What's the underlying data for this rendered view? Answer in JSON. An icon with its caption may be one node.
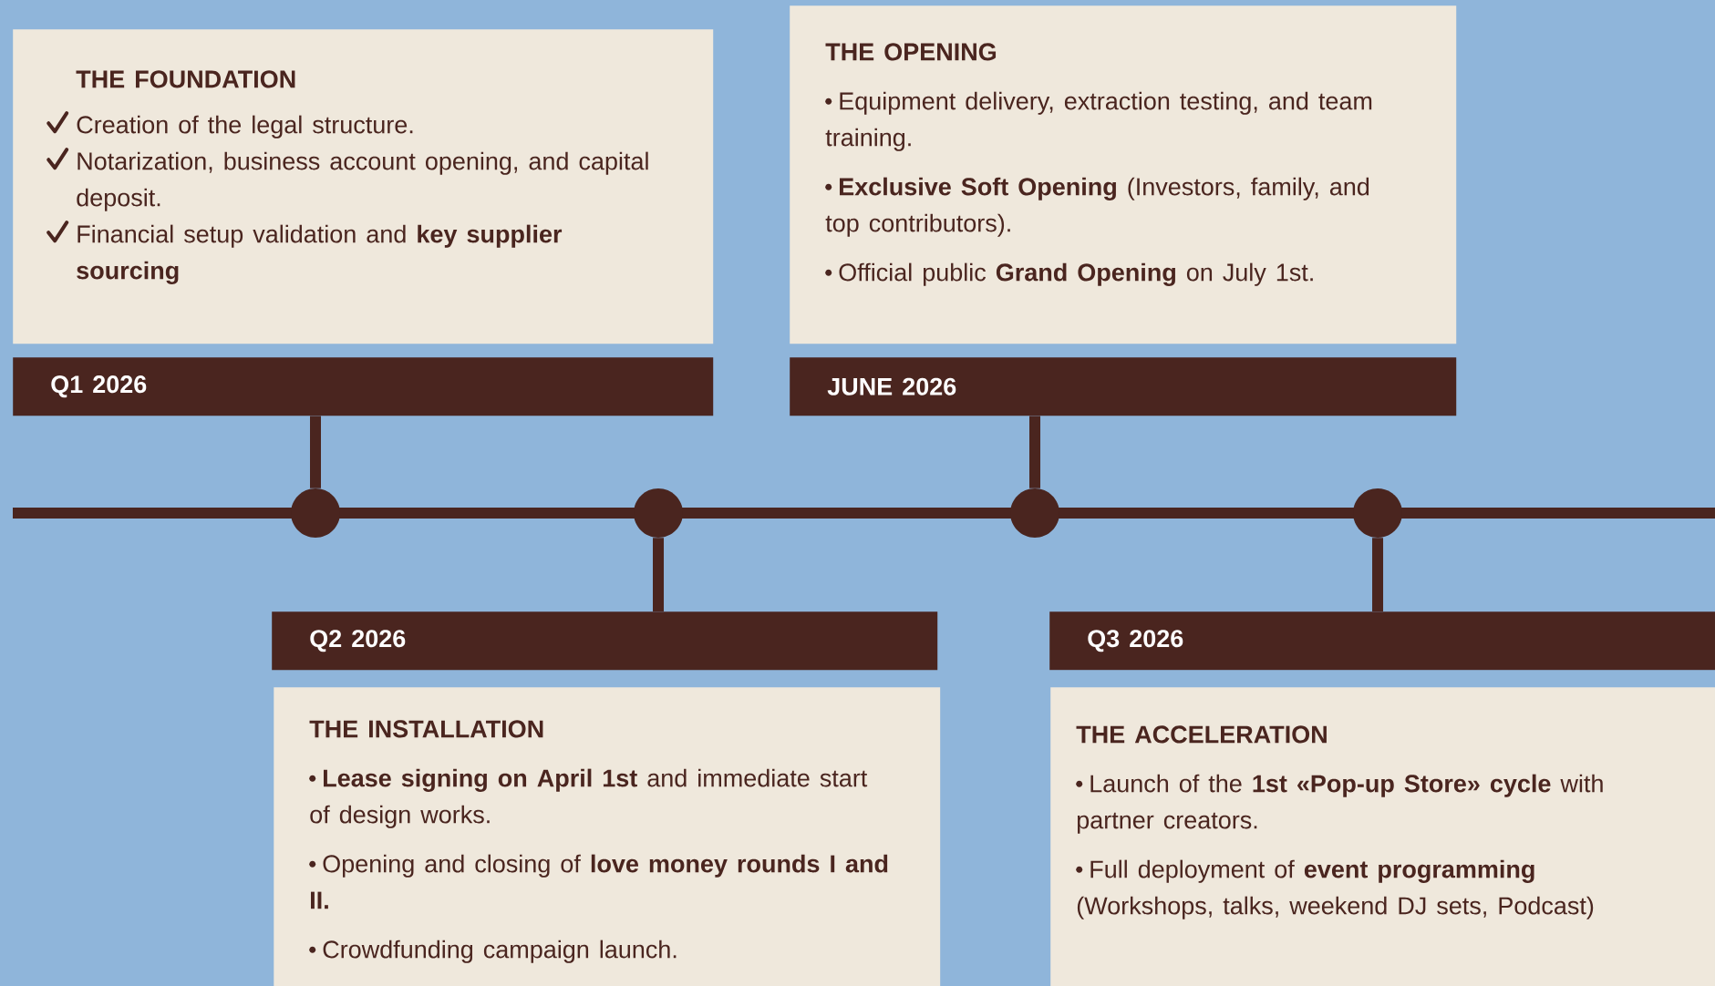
{
  "diagram": {
    "nodes": [
      {
        "text": [
          "THE FOUNDATION",
          "Creation of the legal structure.",
          "Notarization, business account opening, and capital deposit.",
          "Financial setup validation and **key supplier sourcing**"
        ]
      },
      {
        "text": [
          "Q1 2026"
        ]
      },
      {
        "text": [
          "THE OPENING",
          "Equipment delivery, extraction testing, and team training.",
          "**Exclusive Soft Opening** (Investors, family, and top contributors).",
          "Official public **Grand Opening** on July 1st."
        ]
      },
      {
        "text": [
          "JUNE 2026"
        ]
      },
      {
        "text": [],
        "shape": "circle"
      },
      {
        "text": [],
        "shape": "circle"
      },
      {
        "text": [],
        "shape": "circle"
      },
      {
        "text": [],
        "shape": "circle"
      },
      {
        "text": [
          "Q2 2026"
        ]
      },
      {
        "text": [
          "THE INSTALLATION",
          "**Lease signing on April 1st** and immediate start of design works.",
          "Opening and closing of **love money rounds I and II.**",
          "Crowdfunding campaign launch."
        ]
      },
      {
        "text": [
          "Q3 2026"
        ]
      },
      {
        "text": [
          "THE ACCELERATION",
          "Launch of the **1st «Pop-up Store» cycle** with partner creators.",
          "Full deployment of **event programming** (Workshops, talks, weekend DJ sets, Podcast)"
        ]
      }
    ],
    "edges": [
      {
        "from": 1,
        "to": 4,
        "arrow": "none"
      },
      {
        "from": 8,
        "to": 5,
        "arrow": "none"
      },
      {
        "from": 3,
        "to": 6,
        "arrow": "none"
      },
      {
        "from": 10,
        "to": 7,
        "arrow": "none"
      }
    ]
  }
}
